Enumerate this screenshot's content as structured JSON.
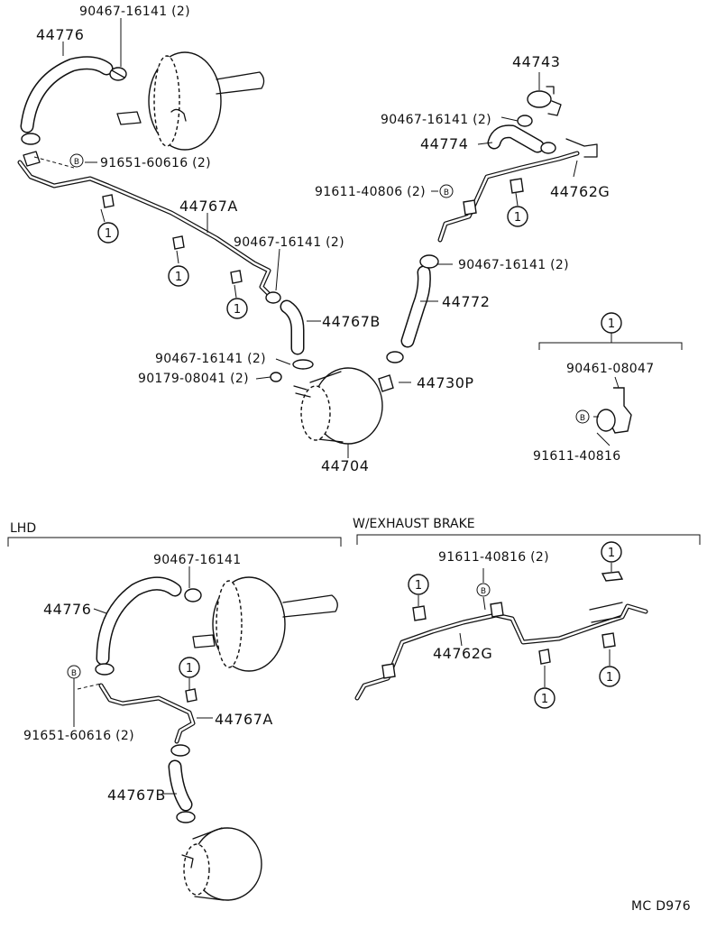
{
  "parts": {
    "p44776": "44776",
    "p90467_top": "90467-16141 (2)",
    "p91651": "91651-60616 (2)",
    "b1": "B",
    "p44767A": "44767A",
    "p90467_mid": "90467-16141 (2)",
    "p44767B": "44767B",
    "p90467_low": "90467-16141 (2)",
    "p90179": "90179-08041 (2)",
    "p44704": "44704",
    "p44730P": "44730P",
    "p44772": "44772",
    "p90467_right": "90467-16141 (2)",
    "p44743": "44743",
    "p90467_upright": "90467-16141 (2)",
    "p44774": "44774",
    "p91611_40806": "91611-40806 (2)",
    "p44762G": "44762G",
    "p90461": "90461-08047",
    "p91611_40816": "91611-40816",
    "ref1": "1"
  },
  "lhd": {
    "title": "LHD",
    "p90467": "90467-16141",
    "p44776": "44776",
    "p91651": "91651-60616 (2)",
    "p44767A": "44767A",
    "p44767B": "44767B"
  },
  "exhaust": {
    "title": "W/EXHAUST BRAKE",
    "p91611": "91611-40816 (2)",
    "p44762G": "44762G"
  },
  "code": "MC D976"
}
